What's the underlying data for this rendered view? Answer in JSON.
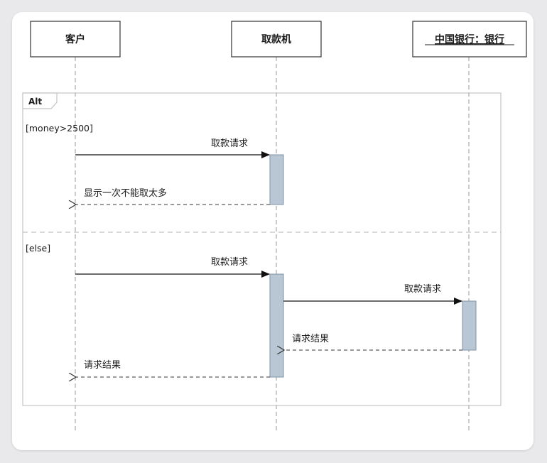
{
  "lifelines": [
    {
      "title": "客户"
    },
    {
      "title": "取款机"
    },
    {
      "title": "中国银行：银行"
    }
  ],
  "frame": {
    "operator": "Alt",
    "guards": [
      "[money>2500]",
      "[else]"
    ]
  },
  "messages": [
    {
      "label": "取款请求",
      "type": "sync"
    },
    {
      "label": "显示一次不能取太多",
      "type": "return"
    },
    {
      "label": "取款请求",
      "type": "sync"
    },
    {
      "label": "取款请求",
      "type": "sync"
    },
    {
      "label": "请求结果",
      "type": "return"
    },
    {
      "label": "请求结果",
      "type": "return"
    }
  ],
  "colors": {
    "activation_fill": "#b9c7d4",
    "activation_stroke": "#7f93a8",
    "lifeline_stroke": "#9a9a9a",
    "frame_stroke": "#c4c4c4"
  }
}
